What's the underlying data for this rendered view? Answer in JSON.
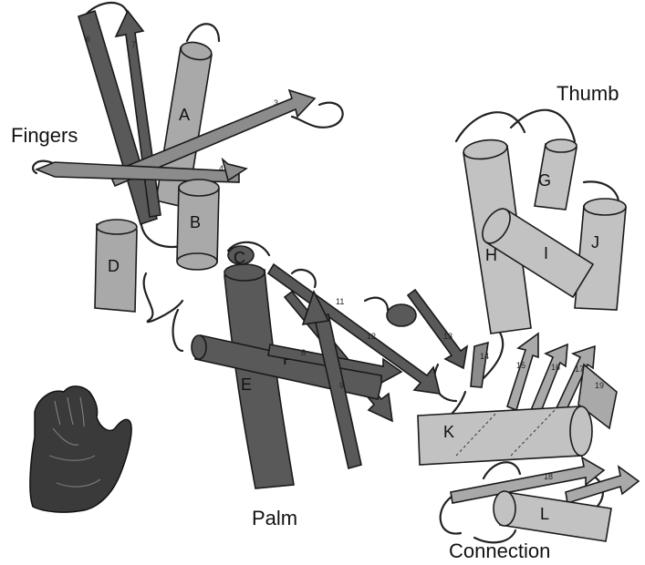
{
  "regions": {
    "fingers": "Fingers",
    "thumb": "Thumb",
    "palm": "Palm",
    "connection": "Connection"
  },
  "helices": [
    "A",
    "B",
    "C",
    "D",
    "E",
    "F",
    "G",
    "H",
    "I",
    "J",
    "K",
    "L"
  ],
  "strands": [
    "6",
    "7",
    "3",
    "4",
    "11",
    "12",
    "13",
    "8",
    "9",
    "14",
    "15",
    "16",
    "17",
    "18",
    "19"
  ],
  "colors": {
    "background": "#ffffff",
    "outline": "#1a1a1a",
    "dark_element": "#595959",
    "medium_element": "#8c8c8c",
    "light_element": "#a9a9a9",
    "pale_element": "#c2c2c2"
  },
  "icons": {
    "hand": "hand-icon"
  }
}
